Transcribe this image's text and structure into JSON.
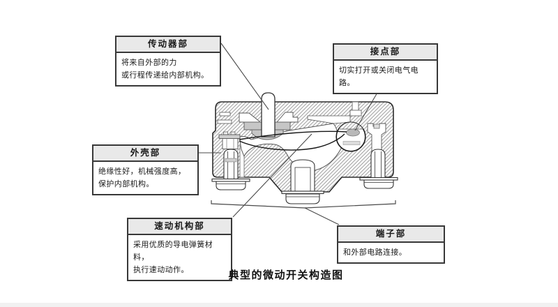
{
  "colors": {
    "ink": "#2f2f2f",
    "leader_line": "#4a4a4a",
    "callout_header_bg": "#e9e9e9",
    "metal_gray": "#c6c6c6"
  },
  "figure": {
    "caption": "典型的微动开关构造图"
  },
  "callouts": [
    {
      "id": "actuator",
      "title": "传动器部",
      "text": "将来自外部的力\n或行程传递给内部机构。"
    },
    {
      "id": "contact",
      "title": "接点部",
      "text": "切实打开或关闭电气电路。"
    },
    {
      "id": "housing",
      "title": "外壳部",
      "text": "绝缘性好，机械强度高，\n保护内部机构。"
    },
    {
      "id": "snap_action",
      "title": "速动机构部",
      "text": "采用优质的导电弹簧材料，\n执行速动动作。"
    },
    {
      "id": "terminal",
      "title": "端子部",
      "text": "和外部电路连接。"
    }
  ]
}
